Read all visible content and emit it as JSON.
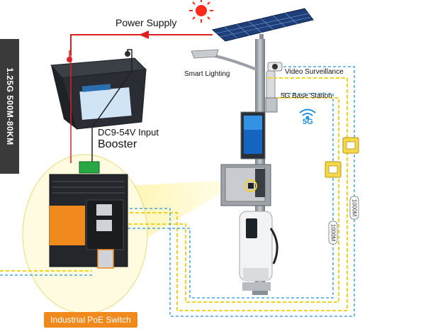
{
  "side_label": "1.25G 500M-80KM",
  "labels": {
    "power_supply": "Power Supply",
    "smart_lighting": "Smart Lighting",
    "video_surveillance": "Video Surveillance",
    "base_station": "5G Base Station",
    "five_g": "5G",
    "input": "DC9-54V Input",
    "booster": "Booster",
    "switch_name": "Industrial PoE Switch",
    "link_a": "1000M",
    "link_b": "1000M"
  },
  "colors": {
    "power_line": "#e02020",
    "fiber_line": "#f2d21c",
    "ethernet_line": "#4aa3d8",
    "accent_orange": "#f08a1c",
    "sun": "#ff2a1a",
    "five_g": "#1e8fd8"
  }
}
